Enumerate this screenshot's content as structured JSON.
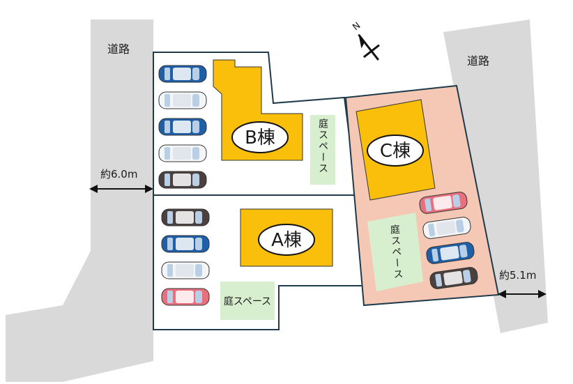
{
  "roads": {
    "left_label": "道路",
    "right_label": "道路",
    "left_width": "約6.0m",
    "right_width": "約5.1m"
  },
  "compass": {
    "north_letter": "N"
  },
  "buildings": {
    "a": "A棟",
    "b": "B棟",
    "c": "C棟"
  },
  "gardens": {
    "label": "庭スペース"
  },
  "colors": {
    "road": "#d9d9d9",
    "lot_outline": "#1f3a4a",
    "lot_c_fill": "#f4c8b4",
    "building_fill": "#f9bf0a",
    "garden_fill": "#d8efcf",
    "car_blue": "#1f5fa8",
    "car_white": "#f3f5f7",
    "car_dark": "#4a4040",
    "car_pink": "#e8707e"
  },
  "cars": {
    "b_lot": [
      "blue",
      "white",
      "blue",
      "white",
      "dark"
    ],
    "a_lot": [
      "dark",
      "blue",
      "white",
      "pink"
    ],
    "c_lot": [
      "pink",
      "white",
      "blue",
      "dark"
    ]
  }
}
